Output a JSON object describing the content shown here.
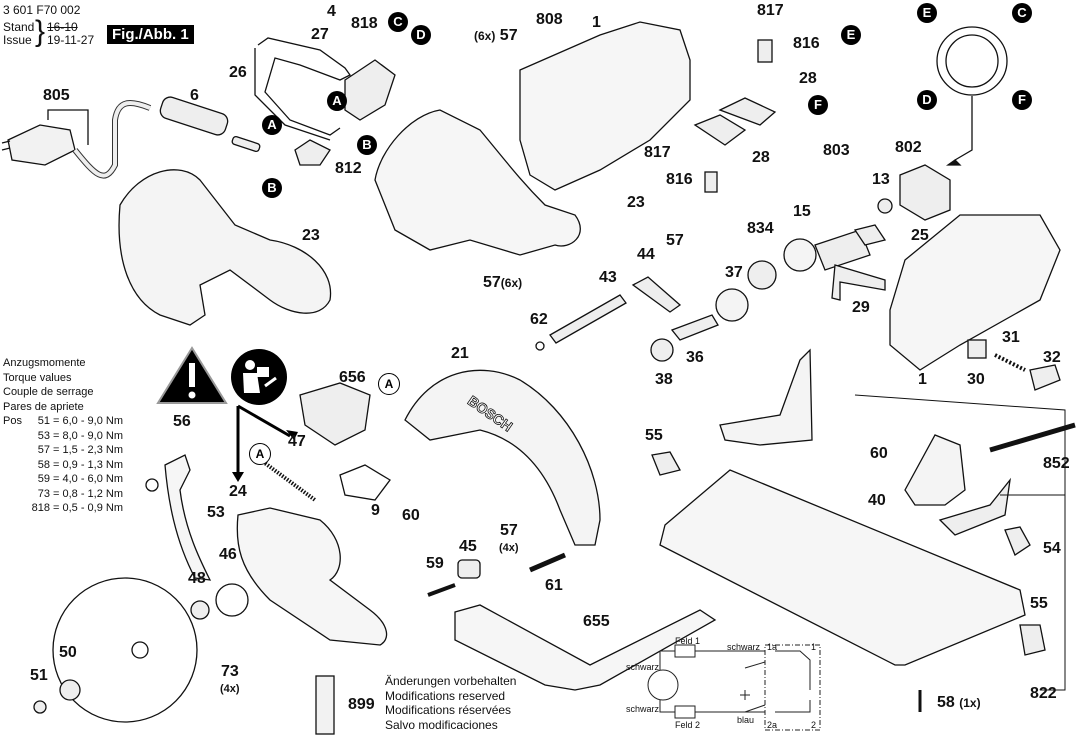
{
  "header": {
    "part_number": "3 601 F70 002",
    "stand_label": "Stand",
    "issue_label": "Issue",
    "old_date": "16-10",
    "new_date": "19-11-27",
    "figure_label": "Fig./Abb. 1"
  },
  "torque": {
    "titles": [
      "Anzugsmomente",
      "Torque values",
      "Couple de serrage",
      "Pares de apriete"
    ],
    "pos_label": "Pos",
    "rows": [
      "51 = 6,0 - 9,0 Nm",
      "53 = 8,0 - 9,0 Nm",
      "57 = 1,5 - 2,3 Nm",
      "58 = 0,9 - 1,3 Nm",
      "59 = 4,0 - 6,0 Nm",
      "73 = 0,8 - 1,2 Nm",
      "818 = 0,5 - 0,9 Nm"
    ]
  },
  "notice": {
    "lines": [
      "Änderungen vorbehalten",
      "Modifications reserved",
      "Modifications réservées",
      "Salvo modificaciones"
    ]
  },
  "wiring": {
    "feld1": "Feld 1",
    "feld2": "Feld 2",
    "schwarz": "schwarz",
    "blau": "blau",
    "t1a": "1a",
    "t1": "1",
    "t2a": "2a",
    "t2": "2"
  },
  "connectors": [
    "A",
    "B",
    "C",
    "D",
    "E",
    "F"
  ],
  "brand_on_guard": "BOSCH",
  "parts": {
    "p1": "1",
    "p4": "4",
    "p6": "6",
    "p9": "9",
    "p13": "13",
    "p15": "15",
    "p21": "21",
    "p23": "23",
    "p24": "24",
    "p25": "25",
    "p26": "26",
    "p27": "27",
    "p28": "28",
    "p29": "29",
    "p30": "30",
    "p31": "31",
    "p32": "32",
    "p36": "36",
    "p37": "37",
    "p38": "38",
    "p40": "40",
    "p43": "43",
    "p44": "44",
    "p45": "45",
    "p46": "46",
    "p47": "47",
    "p48": "48",
    "p50": "50",
    "p51": "51",
    "p53": "53",
    "p54": "54",
    "p55": "55",
    "p56": "56",
    "p57": "57",
    "p58": "58",
    "p59": "59",
    "p60": "60",
    "p61": "61",
    "p62": "62",
    "p73": "73",
    "p655": "655",
    "p656": "656",
    "p802": "802",
    "p803": "803",
    "p805": "805",
    "p808": "808",
    "p812": "812",
    "p816": "816",
    "p817": "817",
    "p818": "818",
    "p822": "822",
    "p834": "834",
    "p852": "852",
    "p899": "899",
    "qty_6x": "(6x)",
    "qty_4x": "(4x)",
    "qty_1x": "(1x)"
  }
}
